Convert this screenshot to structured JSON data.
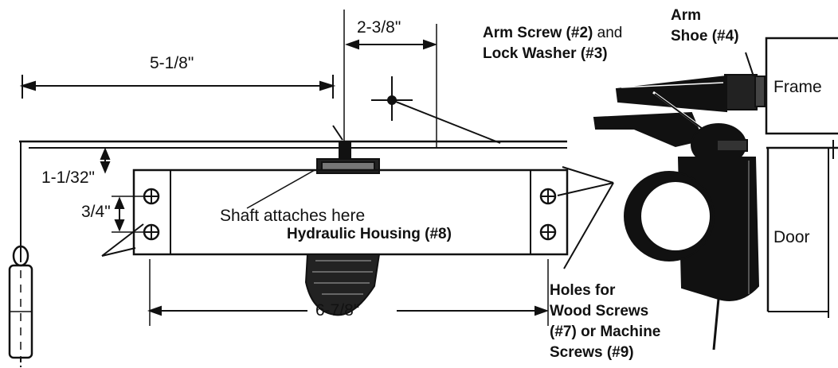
{
  "colors": {
    "ink": "#111111",
    "paper": "#ffffff"
  },
  "dimensions": {
    "arm_offset": "5-1/8\"",
    "shoe_offset": "2-3/8\"",
    "frame_drop": "1-1/32\"",
    "hole_spacing": "3/4\"",
    "hole_span": "6-7/8\""
  },
  "labels": {
    "shaft": "Shaft attaches here",
    "housing": "Hydraulic Housing (#8)",
    "arm_screw": "Arm Screw (#2)",
    "and": " and",
    "lock_washer": "Lock Washer (#3)",
    "arm": "Arm",
    "shoe": "Shoe (#4)",
    "frame": "Frame",
    "door": "Door",
    "holes_1": "Holes for",
    "holes_2": "Wood Screws",
    "holes_3": "(#7) or Machine",
    "holes_4": "Screws (#9)"
  }
}
